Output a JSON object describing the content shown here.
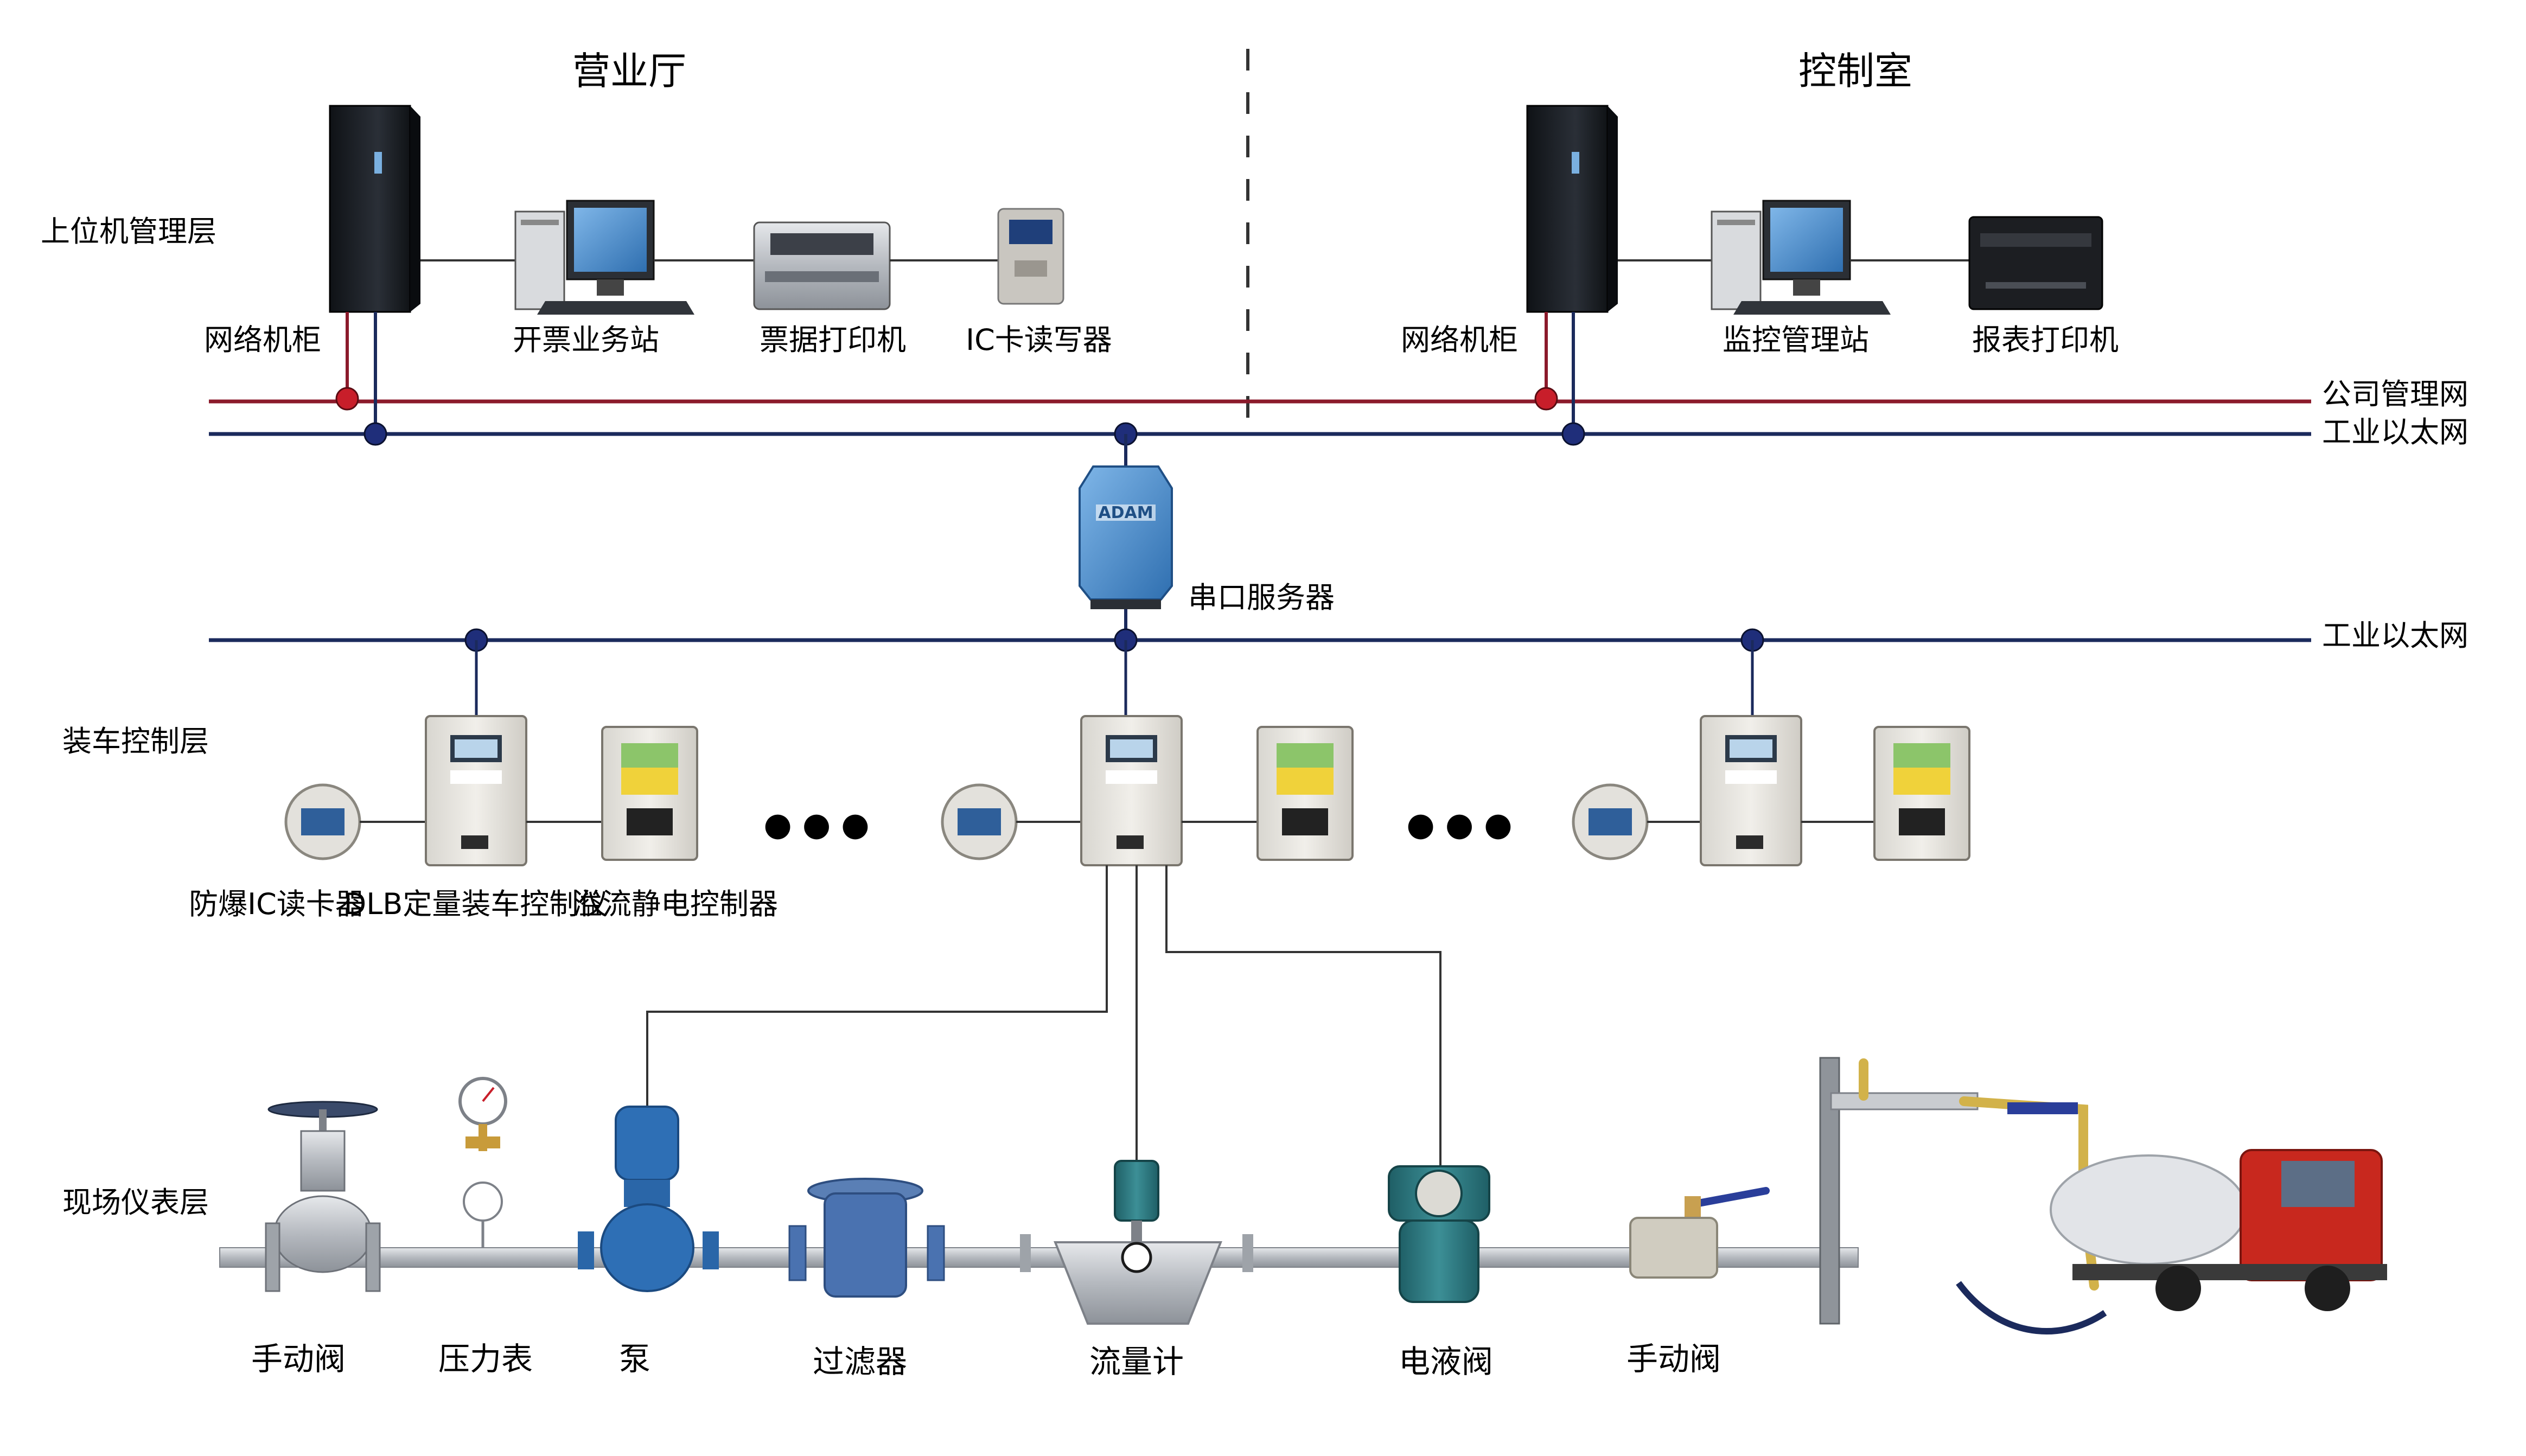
{
  "zones": {
    "business_hall": "营业厅",
    "control_room": "控制室"
  },
  "layers": {
    "host_management": "上位机管理层",
    "loading_control": "装车控制层",
    "field_instrument": "现场仪表层"
  },
  "networks": {
    "company_mgmt": "公司管理网",
    "industrial_eth_top": "工业以太网",
    "industrial_eth_bottom": "工业以太网"
  },
  "devices": {
    "hall_cabinet": "网络机柜",
    "ticket_station": "开票业务站",
    "ticket_printer": "票据打印机",
    "ic_writer": "IC卡读写器",
    "ctrl_cabinet": "网络机柜",
    "monitor_station": "监控管理站",
    "report_printer": "报表打印机",
    "serial_server": "串口服务器",
    "serial_server_brand": "ADAM",
    "ex_ic_reader": "防爆IC读卡器",
    "dlb_controller": "DLB定量装车控制仪",
    "overflow_controller": "溢流静电控制器",
    "ellipsis": "● ● ●"
  },
  "field": {
    "manual_valve_1": "手动阀",
    "pressure_gauge": "压力表",
    "pump": "泵",
    "filter": "过滤器",
    "flow_meter": "流量计",
    "hydraulic_valve": "电液阀",
    "manual_valve_2": "手动阀"
  },
  "colors": {
    "company_net": "#8b1a2b",
    "industrial_net": "#1b2a5c",
    "cabinet": "#1e2228",
    "device_blue": "#3a7fc1",
    "pipe": "#a9adb3",
    "truck_red": "#c8281e"
  }
}
